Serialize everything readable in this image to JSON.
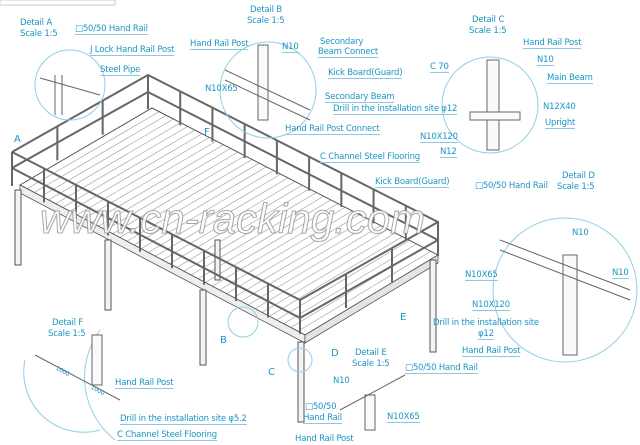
{
  "watermark": "www.cn-racking.com",
  "colors": {
    "label": "#1b95c4",
    "line": "#555555"
  },
  "detail_a": {
    "title": "Detail A",
    "scale": "Scale 1:5",
    "hand_rail": "□50/50 Hand Rail",
    "lock_post": "J Lock Hand Rail Post",
    "steel_pipe": "Steel Pipe"
  },
  "detail_b": {
    "title": "Detail B",
    "scale": "Scale 1:5",
    "hand_rail_post": "Hand Rail Post",
    "n10": "N10",
    "secondary_beam_connect_1": "Secondary",
    "secondary_beam_connect_2": "Beam Connect",
    "kick_board": "Kick Board(Guard)",
    "n10x65": "N10X65",
    "secondary_beam": "Secondary Beam",
    "drill": "Drill  in the installation site φ12",
    "post_connect": "Hand Rail Post Connect"
  },
  "detail_c": {
    "title": "Detail C",
    "scale": "Scale 1:5",
    "hand_rail_post": "Hand Rail Post",
    "n10": "N10",
    "c70": "C 70",
    "main_beam": "Main Beam",
    "n12x40": "N12X40",
    "upright": "Upright",
    "n10x120": "N10X120",
    "n12": "N12"
  },
  "detail_d": {
    "title": "Detail D",
    "scale": "Scale 1:5",
    "hand_rail": "□50/50 Hand Rail",
    "n10_top": "N10",
    "n10x65": "N10X65",
    "n10_right": "N10",
    "n10x120": "N10X120",
    "drill": "Drill  in the installation site",
    "drill_size": "φ12",
    "hand_rail_post": "Hand Rail Post"
  },
  "detail_e": {
    "title": "Detail E",
    "scale": "Scale 1:5",
    "hand_rail_right": "□50/50 Hand Rail",
    "n10": "N10",
    "hand_rail_left_1": "□50/50",
    "hand_rail_left_2": "Hand Rail",
    "n10x65": "N10X65",
    "hand_rail_post": "Hand Rail Post"
  },
  "detail_f": {
    "title": "Detail F",
    "scale": "Scale 1:5",
    "dim1": "1000",
    "dim2": "1000",
    "hand_rail_post": "Hand Rail Post",
    "drill": "Drill  in the installation site φ5.2",
    "flooring": "C Channel Steel Flooring"
  },
  "main": {
    "flooring": "C Channel Steel Flooring",
    "kick_board": "Kick Board(Guard)",
    "marker_a": "A",
    "marker_b": "B",
    "marker_c": "C",
    "marker_d": "D",
    "marker_e": "E",
    "marker_f": "F"
  }
}
